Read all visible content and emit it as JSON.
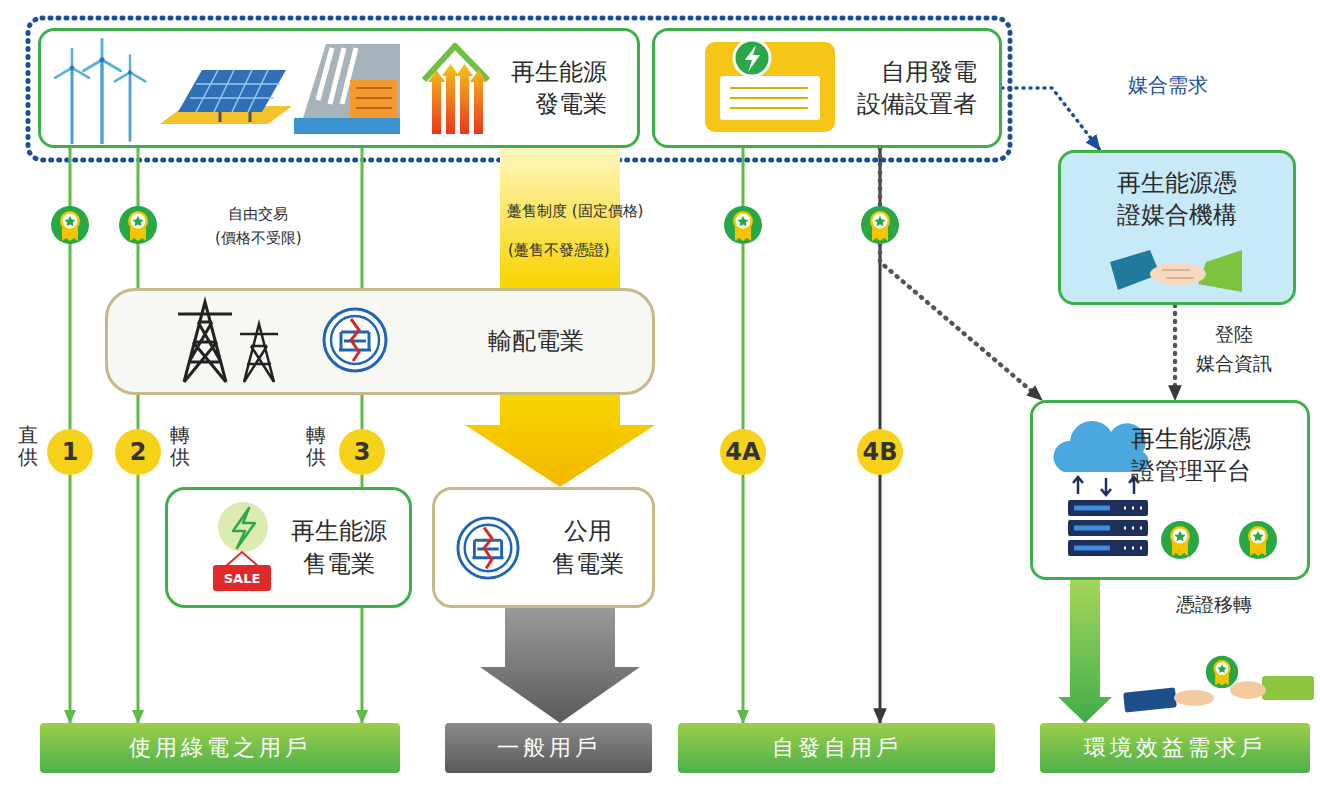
{
  "diagram": {
    "nodes": [
      {
        "text": [
          "再生能源 發電業"
        ]
      },
      {
        "text": [
          "自用發電 設備設置者"
        ]
      },
      {
        "text": [
          "再生能源憑 證媒合機構"
        ]
      },
      {
        "text": [
          "輸配電業"
        ]
      },
      {
        "text": [
          "再生能源憑 證管理平台"
        ]
      },
      {
        "text": [
          "再生能源 售電業"
        ]
      },
      {
        "text": [
          "公用 售電業"
        ]
      },
      {
        "text": [
          "使用綠電之用戶"
        ]
      },
      {
        "text": [
          "一般用戶"
        ]
      },
      {
        "text": [
          "自發自用戶"
        ]
      },
      {
        "text": [
          "環境效益需求戶"
        ]
      }
    ],
    "edges": [
      {
        "from": 0,
        "to": 7,
        "arrow": "to"
      },
      {
        "from": 0,
        "to": 3,
        "arrow": "none"
      },
      {
        "from": 3,
        "to": 7,
        "arrow": "to"
      },
      {
        "from": 0,
        "to": 3,
        "arrow": "none"
      },
      {
        "from": 3,
        "to": 5,
        "arrow": "none"
      },
      {
        "from": 5,
        "to": 7,
        "arrow": "to"
      },
      {
        "from": 0,
        "to": 3,
        "arrow": "none",
        "label": "躉售制度 (固定價格)"
      },
      {
        "from": 3,
        "to": 6,
        "arrow": "to"
      },
      {
        "from": 6,
        "to": 8,
        "arrow": "to"
      },
      {
        "from": 1,
        "to": 9,
        "arrow": "to"
      },
      {
        "from": 1,
        "to": 9,
        "arrow": "to"
      },
      {
        "from": 1,
        "to": 4,
        "arrow": "to"
      },
      {
        "from": 2,
        "to": 4,
        "arrow": "to",
        "label": "登陸 媒合資訊"
      },
      {
        "from": 4,
        "to": 10,
        "arrow": "to"
      },
      {
        "from": 1,
        "to": 2,
        "arrow": "to",
        "label": "媒合需求"
      }
    ],
    "labels": [
      "自由交易 (價格不受限)",
      "(躉售不發憑證)",
      "直供",
      "1",
      "轉供",
      "2",
      "轉供",
      "3",
      "4A",
      "4B",
      "SALE",
      "憑證移轉"
    ]
  }
}
